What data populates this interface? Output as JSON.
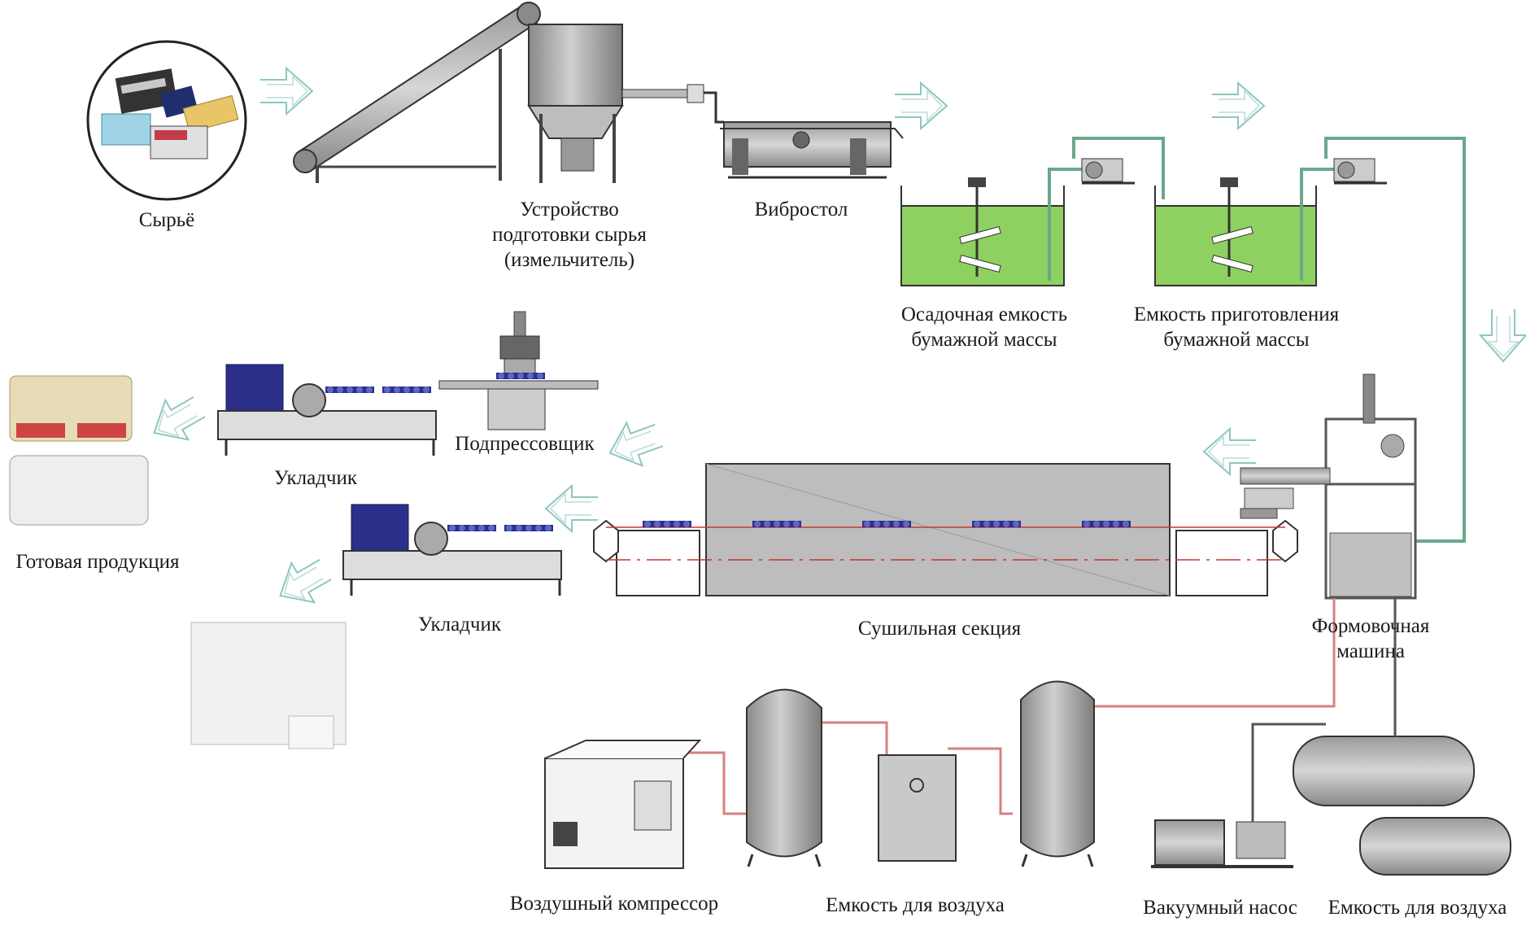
{
  "labels": {
    "raw": "Сырьё",
    "prep_1": "Устройство",
    "prep_2": "подготовки сырья",
    "prep_3": "(измельчитель)",
    "vibro": "Вибростол",
    "settle_1": "Осадочная емкость",
    "settle_2": "бумажной массы",
    "pulp_1": "Емкость приготовления",
    "pulp_2": "бумажной массы",
    "finished": "Готовая продукция",
    "stacker_top": "Укладчик",
    "presser": "Подпрессовщик",
    "stacker_bottom": "Укладчик",
    "dryer": "Сушильная секция",
    "forming_1": "Формовочная",
    "forming_2": "машина",
    "compressor": "Воздушный компрессор",
    "air_tank_1": "Емкость для воздуха",
    "vacuum_pump": "Вакуумный насос",
    "air_tank_2": "Емкость для воздуха"
  },
  "colors": {
    "equipment_fill": "#c9c9c9",
    "equipment_dark": "#6e6e6e",
    "outline": "#333333",
    "pulp_green": "#8fd160",
    "water_pipe": "#6aa88a",
    "air_pipe": "#d98080",
    "arrow_stroke": "#8ec6c0",
    "text": "#1a1a1a"
  }
}
